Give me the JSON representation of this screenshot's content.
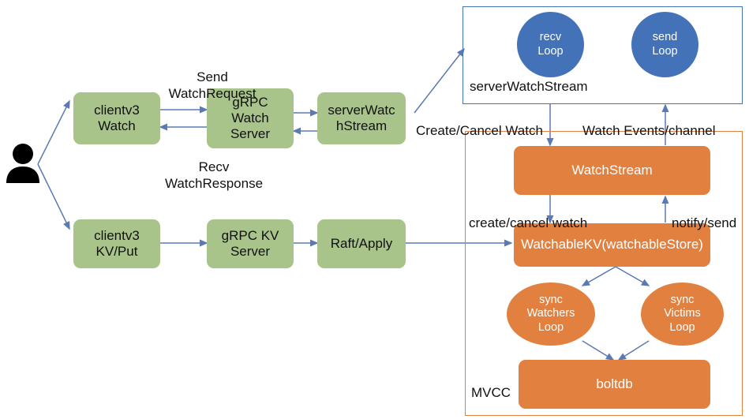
{
  "diagram": {
    "title": "etcd watch architecture flow",
    "colors": {
      "green": "#a9c48a",
      "orange": "#e2813f",
      "blue": "#4472b8",
      "arrow": "#5b79b5",
      "text_dark": "#111111",
      "text_light": "#ffffff",
      "background": "#ffffff"
    },
    "actor": {
      "icon": "user-person-icon",
      "label": ""
    },
    "client_nodes": [
      {
        "id": "clientv3-watch",
        "label": "clientv3\nWatch"
      },
      {
        "id": "grpc-watch-server",
        "label": "gRPC\nWatch\nServer"
      },
      {
        "id": "server-watch-stream",
        "label": "serverWatc\nhStream"
      },
      {
        "id": "clientv3-kv-put",
        "label": "clientv3\nKV/Put"
      },
      {
        "id": "grpc-kv-server",
        "label": "gRPC KV\nServer"
      },
      {
        "id": "raft-apply",
        "label": "Raft/Apply"
      }
    ],
    "containers": [
      {
        "id": "server-watch-stream-container",
        "caption": "serverWatchStream",
        "color": "#4472b8"
      },
      {
        "id": "mvcc-container",
        "caption": "MVCC",
        "color": "#e2813f"
      }
    ],
    "blue_loops": [
      {
        "id": "recv-loop",
        "label": "recv\nLoop"
      },
      {
        "id": "send-loop",
        "label": "send\nLoop"
      }
    ],
    "orange_nodes": [
      {
        "id": "watch-stream",
        "label": "WatchStream"
      },
      {
        "id": "watchable-kv",
        "label": "WatchableKV(watchableStore)"
      },
      {
        "id": "boltdb",
        "label": "boltdb"
      }
    ],
    "orange_loops": [
      {
        "id": "sync-watchers-loop",
        "label": "sync\nWatchers\nLoop"
      },
      {
        "id": "sync-victims-loop",
        "label": "sync\nVictims\nLoop"
      }
    ],
    "edge_labels": [
      {
        "id": "send-watch-request",
        "label": "Send\nWatchRequest"
      },
      {
        "id": "recv-watch-response",
        "label": "Recv\nWatchResponse"
      },
      {
        "id": "create-cancel-watch-upper",
        "label": "Create/Cancel Watch"
      },
      {
        "id": "watch-events-channel",
        "label": "Watch Events/channel"
      },
      {
        "id": "create-cancel-watch-lower",
        "label": "create/cancel watch"
      },
      {
        "id": "notify-send",
        "label": "notify/send"
      }
    ]
  }
}
